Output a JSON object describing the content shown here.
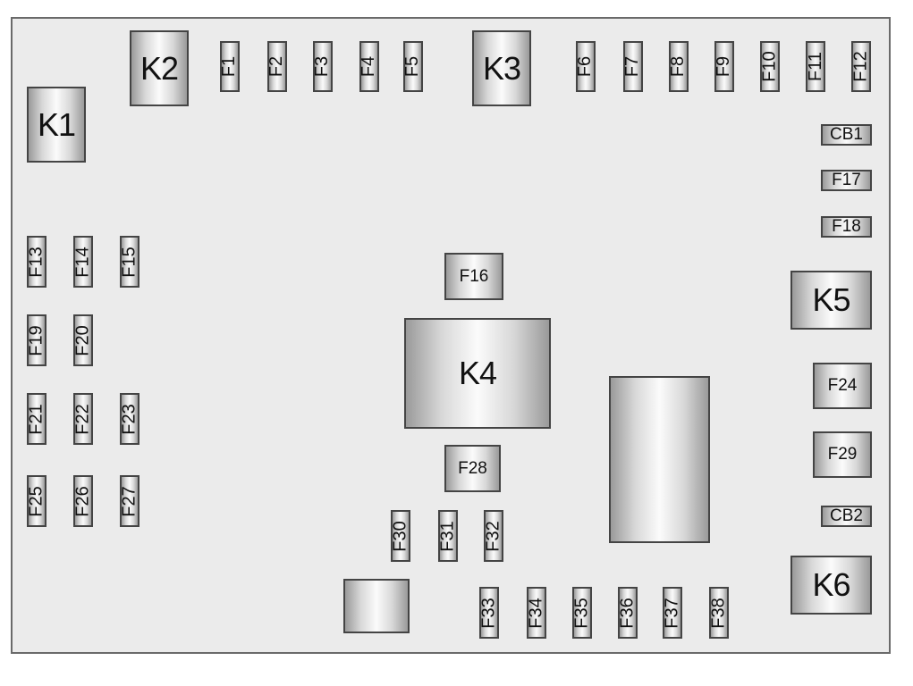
{
  "title": "Fuse block component layout",
  "relays": {
    "k1": "K1",
    "k2": "K2",
    "k3": "K3",
    "k4": "K4",
    "k5": "K5",
    "k6": "K6"
  },
  "fuses": {
    "f1": "F1",
    "f2": "F2",
    "f3": "F3",
    "f4": "F4",
    "f5": "F5",
    "f6": "F6",
    "f7": "F7",
    "f8": "F8",
    "f9": "F9",
    "f10": "F10",
    "f11": "F11",
    "f12": "F12",
    "f13": "F13",
    "f14": "F14",
    "f15": "F15",
    "f16": "F16",
    "f17": "F17",
    "f18": "F18",
    "f19": "F19",
    "f20": "F20",
    "f21": "F21",
    "f22": "F22",
    "f23": "F23",
    "f24": "F24",
    "f25": "F25",
    "f26": "F26",
    "f27": "F27",
    "f28": "F28",
    "f29": "F29",
    "f30": "F30",
    "f31": "F31",
    "f32": "F32",
    "f33": "F33",
    "f34": "F34",
    "f35": "F35",
    "f36": "F36",
    "f37": "F37",
    "f38": "F38"
  },
  "circuit_breakers": {
    "cb1": "CB1",
    "cb2": "CB2"
  }
}
